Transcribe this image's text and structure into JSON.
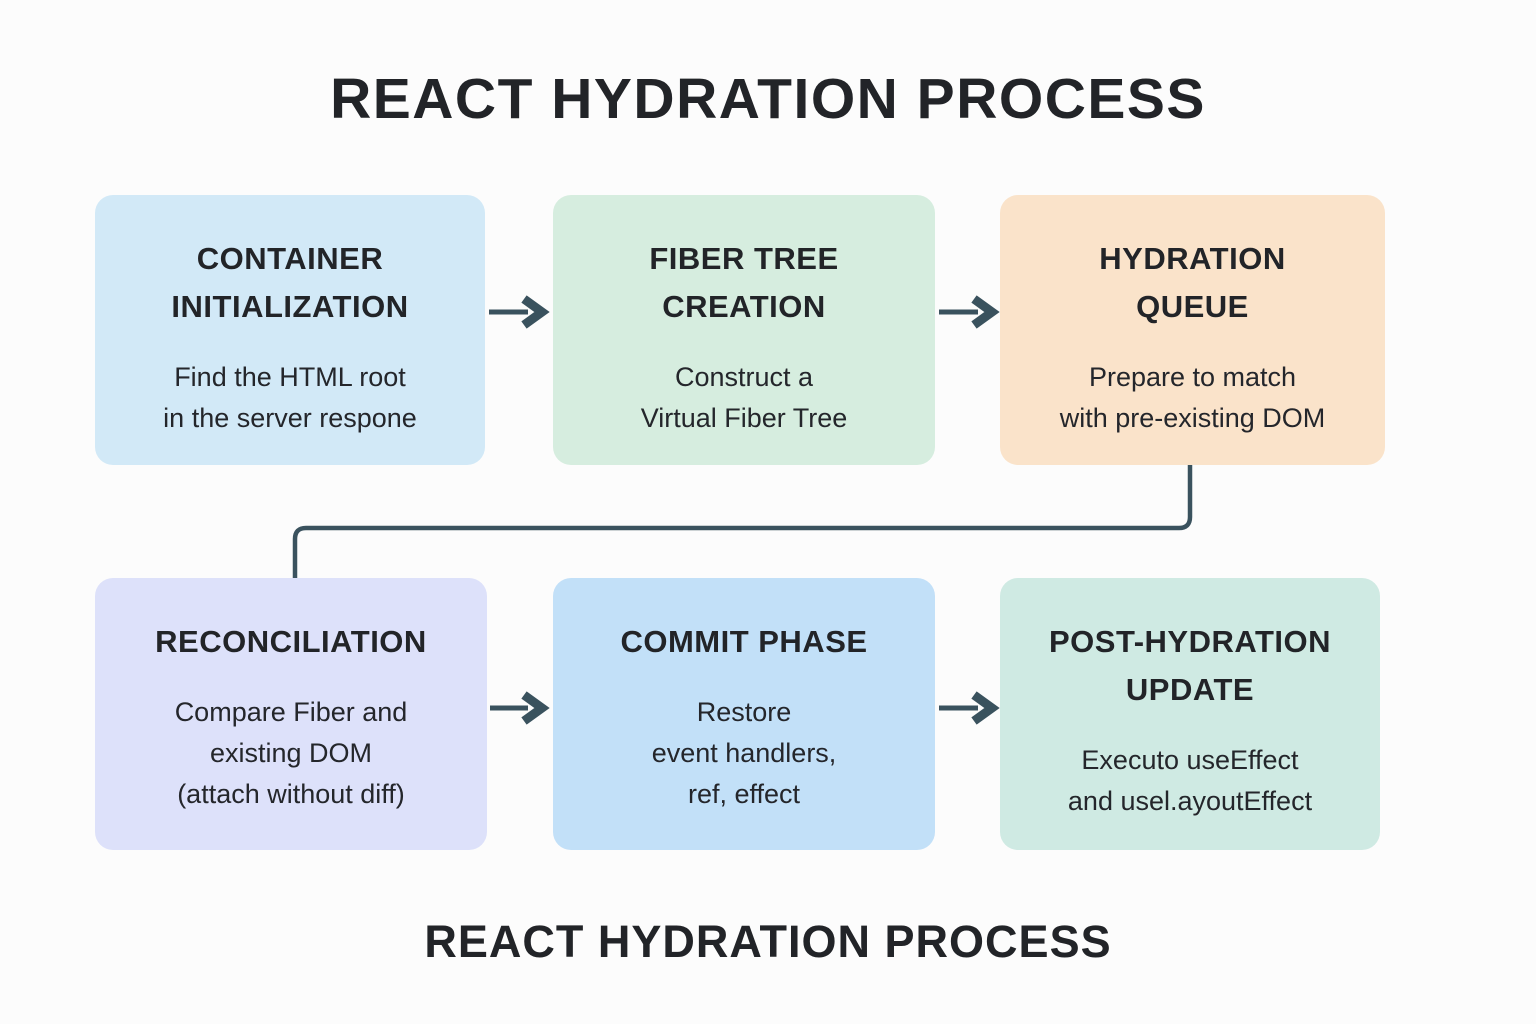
{
  "titles": {
    "top": "REACT HYDRATION PROCESS",
    "bottom": "REACT HYDRATION PROCESS"
  },
  "colors": {
    "background": "#fcfcfc",
    "text": "#24262b",
    "connector": "#3a525e",
    "box_backgrounds": [
      "#d2e9f7",
      "#d6eddf",
      "#fae3ca",
      "#dde1fa",
      "#c2e0f8",
      "#cfeae3"
    ]
  },
  "boxes": [
    {
      "id": "container-initialization",
      "title": "CONTAINER\nINITIALIZATION",
      "description": "Find the HTML root\nin the server respone",
      "bg": "#d2e9f7"
    },
    {
      "id": "fiber-tree-creation",
      "title": "FIBER TREE\nCREATION",
      "description": "Construct a\nVirtual Fiber Tree",
      "bg": "#d6eddf"
    },
    {
      "id": "hydration-queue",
      "title": "HYDRATION\nQUEUE",
      "description": "Prepare to match\nwith pre-existing DOM",
      "bg": "#fae3ca"
    },
    {
      "id": "reconciliation",
      "title": "RECONCILIATION",
      "description": "Compare Fiber and\nexisting DOM\n(attach without diff)",
      "bg": "#dde1fa"
    },
    {
      "id": "commit-phase",
      "title": "COMMIT PHASE",
      "description": "Restore\nevent handlers,\nref, effect",
      "bg": "#c2e0f8"
    },
    {
      "id": "post-hydration-update",
      "title": "POST-HYDRATION\nUPDATE",
      "description": "Executo useEffect\nand usel.ayoutEffect",
      "bg": "#cfeae3"
    }
  ]
}
